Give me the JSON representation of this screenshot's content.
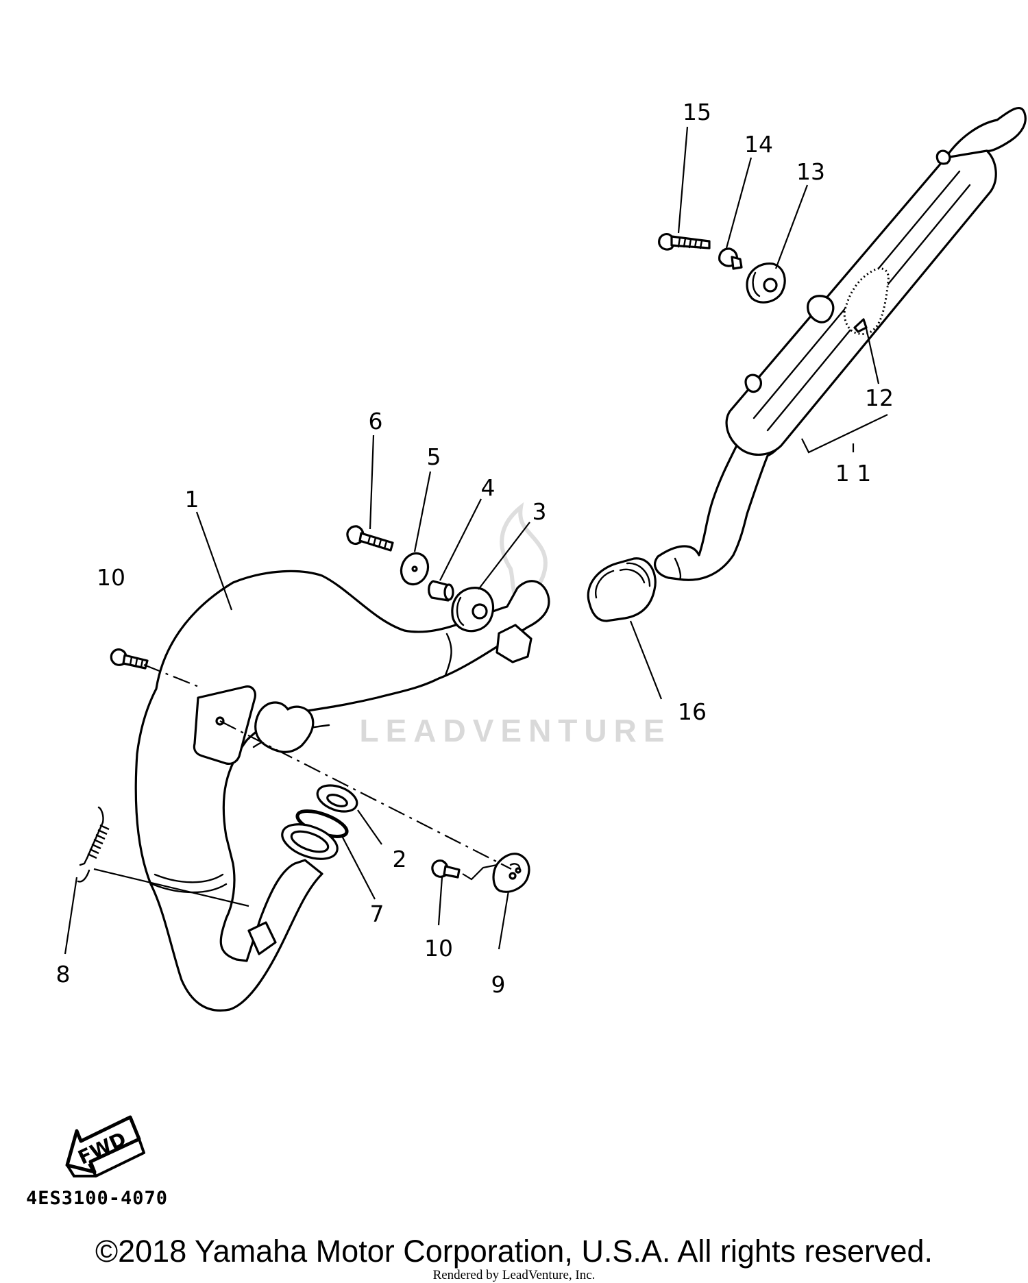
{
  "diagram": {
    "callouts": [
      {
        "id": "1",
        "label": "1"
      },
      {
        "id": "2",
        "label": "2"
      },
      {
        "id": "3",
        "label": "3"
      },
      {
        "id": "4",
        "label": "4"
      },
      {
        "id": "5",
        "label": "5"
      },
      {
        "id": "6",
        "label": "6"
      },
      {
        "id": "7",
        "label": "7"
      },
      {
        "id": "8",
        "label": "8"
      },
      {
        "id": "9",
        "label": "9"
      },
      {
        "id": "10a",
        "label": "10"
      },
      {
        "id": "10b",
        "label": "10"
      },
      {
        "id": "11",
        "label": "1 1"
      },
      {
        "id": "12",
        "label": "12"
      },
      {
        "id": "13",
        "label": "13"
      },
      {
        "id": "14",
        "label": "14"
      },
      {
        "id": "15",
        "label": "15"
      },
      {
        "id": "16",
        "label": "16"
      }
    ],
    "fwd_label": "FWD",
    "diagram_code": "4ES3100-4070",
    "watermark_text": "LEADVENTURE"
  },
  "footer": {
    "copyright": "©2018 Yamaha Motor Corporation, U.S.A. All rights reserved.",
    "rendered_by": "Rendered by LeadVenture, Inc."
  }
}
